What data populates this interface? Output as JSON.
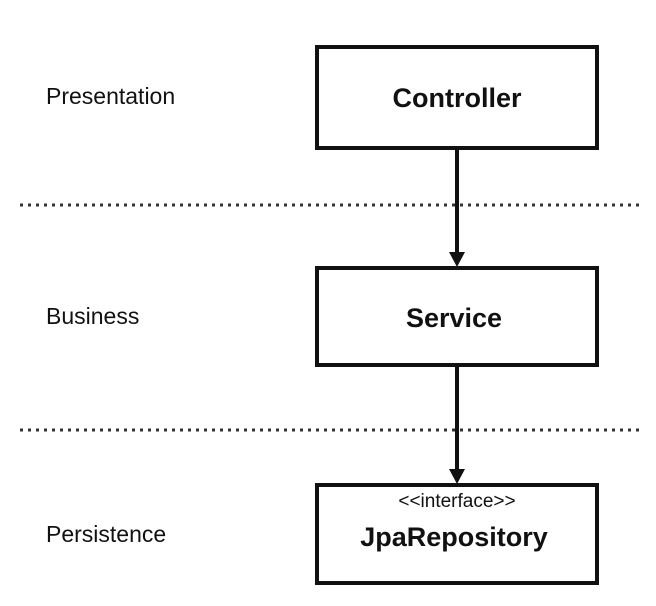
{
  "layers": {
    "presentation": "Presentation",
    "business": "Business",
    "persistence": "Persistence"
  },
  "components": {
    "controller": {
      "title": "Controller"
    },
    "service": {
      "title": "Service"
    },
    "repository": {
      "stereotype": "<<interface>>",
      "title": "JpaRepository"
    }
  },
  "colors": {
    "stroke": "#111111",
    "divider": "#333333",
    "background": "#ffffff"
  }
}
